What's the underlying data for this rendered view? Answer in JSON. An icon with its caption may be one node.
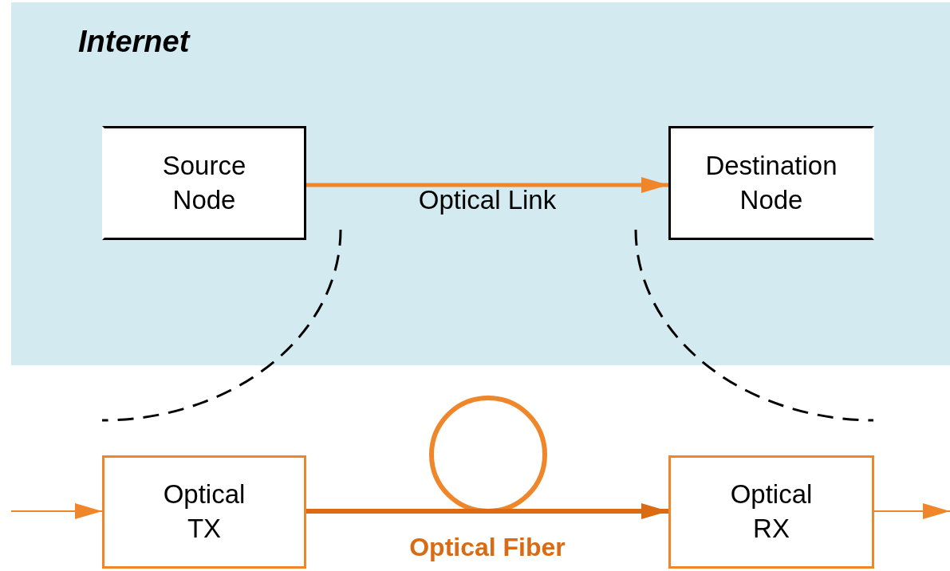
{
  "diagram": {
    "nodes": [
      {
        "text": [
          "Internet"
        ]
      },
      {
        "text": [
          "Source Node"
        ],
        "in": 0
      },
      {
        "text": [
          "Destination Node"
        ],
        "in": 0
      },
      {
        "text": [
          "Optical TX"
        ]
      },
      {
        "text": [
          "Optical RX"
        ]
      }
    ],
    "edges": [
      {
        "from": 1,
        "to": 2,
        "arrow": "to",
        "label": "Optical Link",
        "style": "thick"
      },
      {
        "from": 3,
        "to": 4,
        "arrow": "to",
        "label": "Optical Fiber",
        "style": "thick",
        "color": "#d96b14"
      },
      {
        "from": null,
        "to": 3,
        "arrow": "to"
      },
      {
        "from": 4,
        "to": null,
        "arrow": "to"
      }
    ]
  }
}
